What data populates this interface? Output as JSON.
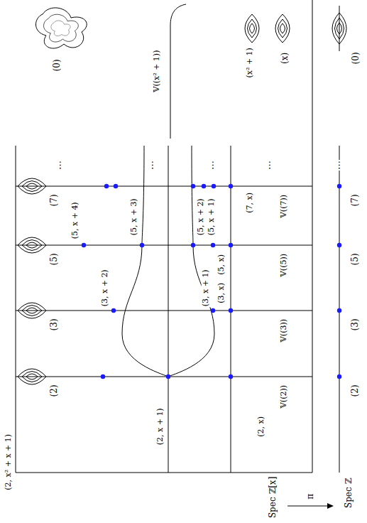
{
  "diagram": {
    "labels": [
      "(2, x² + x + 1)",
      "(2, x + 1)",
      "(2, x)",
      "(3, x + 2)",
      "(3, x + 1)",
      "(3, x)",
      "(5, x + 4)",
      "(5, x + 3)",
      "(5, x + 2)",
      "(5, x + 1)",
      "(5, x)",
      "(7, x)",
      "(2)",
      "(3)",
      "(5)",
      "(7)",
      "𝕍((2))",
      "𝕍((3))",
      "𝕍((5))",
      "𝕍((7))",
      "(0)",
      "𝕍((x² + 1))",
      "(x² + 1)",
      "(x)",
      "(2)",
      "(3)",
      "(5)",
      "(7)",
      "(0)",
      "⋯",
      "⋯",
      "⋯",
      "⋯",
      "⋯",
      "Spec ℤ[x]",
      "π",
      "Spec ℤ"
    ]
  }
}
